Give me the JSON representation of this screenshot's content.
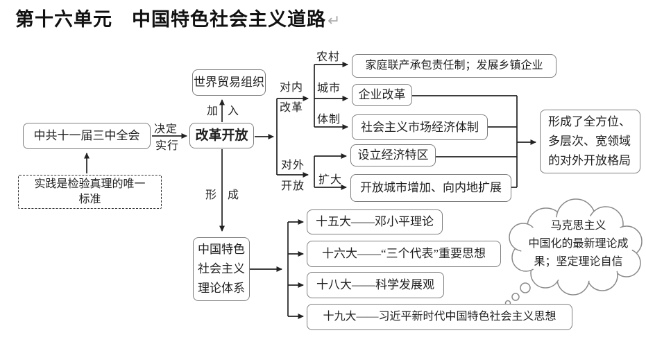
{
  "title": {
    "text": "第十六单元　中国特色社会主义道路",
    "return_mark": "↵"
  },
  "nodes": {
    "plenum": "中共十一届三中全会",
    "reform": "改革开放",
    "wto": "世界贸易组织",
    "practice": [
      "实践是检验真理的唯一",
      "标准"
    ],
    "household": "家庭联产承包责任制；发展乡镇企业",
    "enterprise": "企业改革",
    "market": "社会主义市场经济体制",
    "sez": "设立经济特区",
    "open_cities": "开放城市增加、向内地扩展",
    "pattern": [
      "形成了全方位、",
      "多层次、宽领域",
      "的对外开放格局"
    ],
    "theory": [
      "中国特色",
      "社会主义",
      "理论体系"
    ],
    "congress15": "十五大——邓小平理论",
    "congress16": "十六大——“三个代表”重要思想",
    "congress18": "十八大——科学发展观",
    "congress19": "十九大——习近平新时代中国特色社会主义思想"
  },
  "labels": {
    "decide": "决定",
    "implement": "实行",
    "join_left": "加",
    "join_right": "入",
    "form_left": "形",
    "form_right": "成",
    "internal_top": "对内",
    "internal_bottom": "改革",
    "external_top": "对外",
    "external_bottom": "开放",
    "rural": "农村",
    "city": "城市",
    "system": "体制",
    "expand": "扩大"
  },
  "bubble": {
    "lines": [
      "马克思主义",
      "中国化的最新理论成",
      "果；坚定理论自信"
    ]
  },
  "colors": {
    "line": "#222222",
    "box_border": "#7d7d7d",
    "bubble_border": "#8a8a8a",
    "text": "#1f1f1f",
    "return_mark": "#a9a9a9"
  }
}
